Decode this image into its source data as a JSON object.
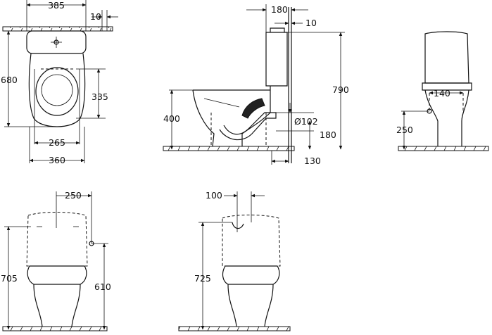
{
  "dimensions": {
    "plan_tank_width": "385",
    "plan_offset": "10",
    "plan_depth": "680",
    "plan_seat_depth": "335",
    "plan_inlet_span": "265",
    "plan_base_width": "360",
    "side_tank_depth": "180",
    "side_wall_gap": "10",
    "side_total_height": "790",
    "side_seat_height": "400",
    "side_outlet_diameter": "Ø102",
    "side_outlet_height": "180",
    "side_outlet_offset": "130",
    "back_inlet_span": "140",
    "back_inlet_height": "250",
    "front_left_offset": "250",
    "front_left_height": "705",
    "front_left_inlet_height": "610",
    "front_right_offset": "100",
    "front_right_height": "725"
  }
}
